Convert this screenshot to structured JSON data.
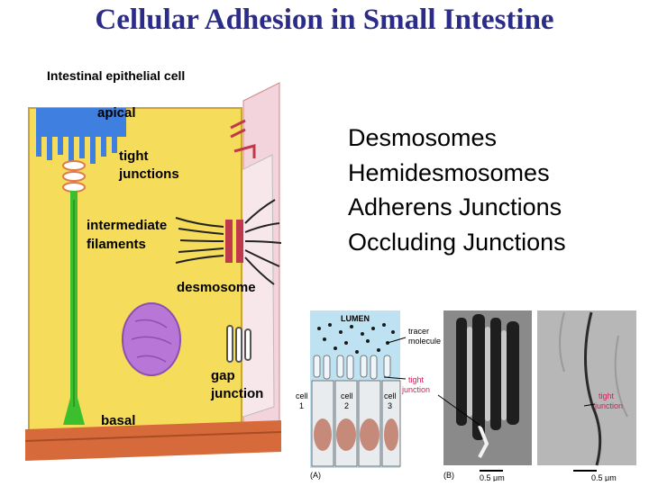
{
  "slide": {
    "title": "Cellular Adhesion in Small Intestine",
    "bullets": [
      "Desmosomes",
      "Hemidesmosomes",
      "Adherens Junctions",
      "Occluding Junctions"
    ]
  },
  "cell_diagram": {
    "header": "Intestinal epithelial cell",
    "labels": {
      "apical": "apical",
      "tight1": "tight",
      "tight2": "junctions",
      "inter1": "intermediate",
      "inter2": "filaments",
      "desmosome": "desmosome",
      "gap1": "gap",
      "gap2": "junction",
      "basal": "basal"
    }
  },
  "micrograph": {
    "lumen": "LUMEN",
    "tracer1": "tracer",
    "tracer2": "molecule",
    "tight1": "tight",
    "tight2": "junction",
    "cell1a": "cell",
    "cell1b": "1",
    "cell2a": "cell",
    "cell2b": "2",
    "cell3a": "cell",
    "cell3b": "3",
    "panelA": "(A)",
    "panelB": "(B)",
    "scale1": "0.5 μm",
    "scale2": "0.5 μm",
    "tight3a": "tight",
    "tight3b": "junction"
  },
  "colors": {
    "title": "#2b2b8a",
    "cell_fill": "#f5dc5a",
    "apical_blue": "#3f7fe0",
    "nucleus": "#b877d6",
    "basal_green": "#3cbf2e",
    "basal_layer": "#d76a3a",
    "tight_label": "#cc2255"
  }
}
